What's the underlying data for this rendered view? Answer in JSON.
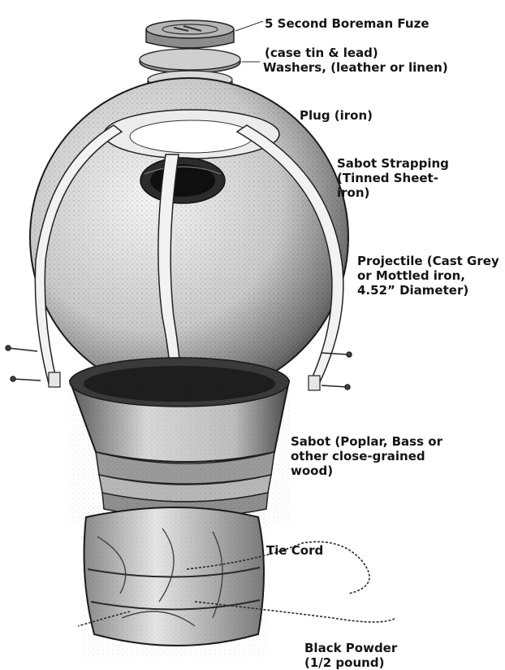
{
  "labels": {
    "fuze_line1": "5 Second Boreman Fuze",
    "fuze_line2": "(case tin & lead)",
    "washers": "Washers, (leather or linen)",
    "plug": "Plug (iron)",
    "strapping": "Sabot Strapping\n(Tinned Sheet-\niron)",
    "projectile": "Projectile (Cast Grey\nor Mottled iron,\n4.52” Diameter)",
    "sabot": "Sabot (Poplar, Bass or\nother close-grained\nwood)",
    "tie_cord": "Tie Cord",
    "powder": "Black Powder\n(1/2 pound)"
  }
}
